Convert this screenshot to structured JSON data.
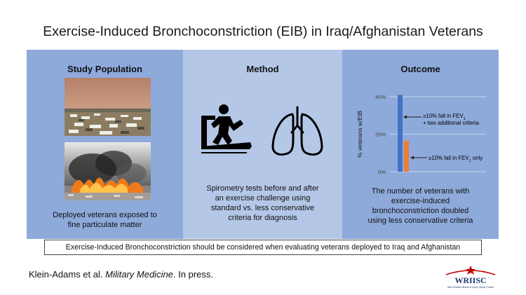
{
  "title": "Exercise-Induced Bronchoconstriction (EIB) in Iraq/Afghanistan Veterans",
  "panels": {
    "population": {
      "heading": "Study Population",
      "caption_l1": "Deployed veterans exposed to",
      "caption_l2": "fine particulate matter"
    },
    "method": {
      "heading": "Method",
      "caption_l1": "Spirometry tests before and after",
      "caption_l2": "an exercise challenge using",
      "caption_l3": "standard vs. less conservative",
      "caption_l4": "criteria for diagnosis"
    },
    "outcome": {
      "heading": "Outcome",
      "caption_l1": "The number of veterans with",
      "caption_l2": "exercise-induced",
      "caption_l3": "bronchoconstriction doubled",
      "caption_l4": "using less conservative criteria"
    }
  },
  "chart_data": {
    "type": "bar",
    "ylabel": "% veterans w/EIB",
    "ylim": [
      0,
      40
    ],
    "yticks": [
      "0%",
      "20%",
      "40%"
    ],
    "tick_values": [
      0,
      20,
      40
    ],
    "series": [
      {
        "label_pre": "≥10% fall in FEV",
        "label_sub": "1",
        "label_l2": "+ two additional criteria",
        "value": 41,
        "color": "#4472c4"
      },
      {
        "label_pre": "≥10% fall in FEV",
        "label_sub": "1",
        "label_post": " only",
        "value": 16.5,
        "color": "#ed7d31"
      }
    ]
  },
  "banner": "Exercise-Induced  Bronchoconstriction  should be considered  when evaluating veterans deployed to Iraq and Afghanistan",
  "citation": {
    "authors": "Klein-Adams et al. ",
    "journal": "Military Medicine",
    "status": ". In press."
  },
  "logo": {
    "name": "WRIISC",
    "tagline": "War Related Illness & Injury Study Center"
  }
}
